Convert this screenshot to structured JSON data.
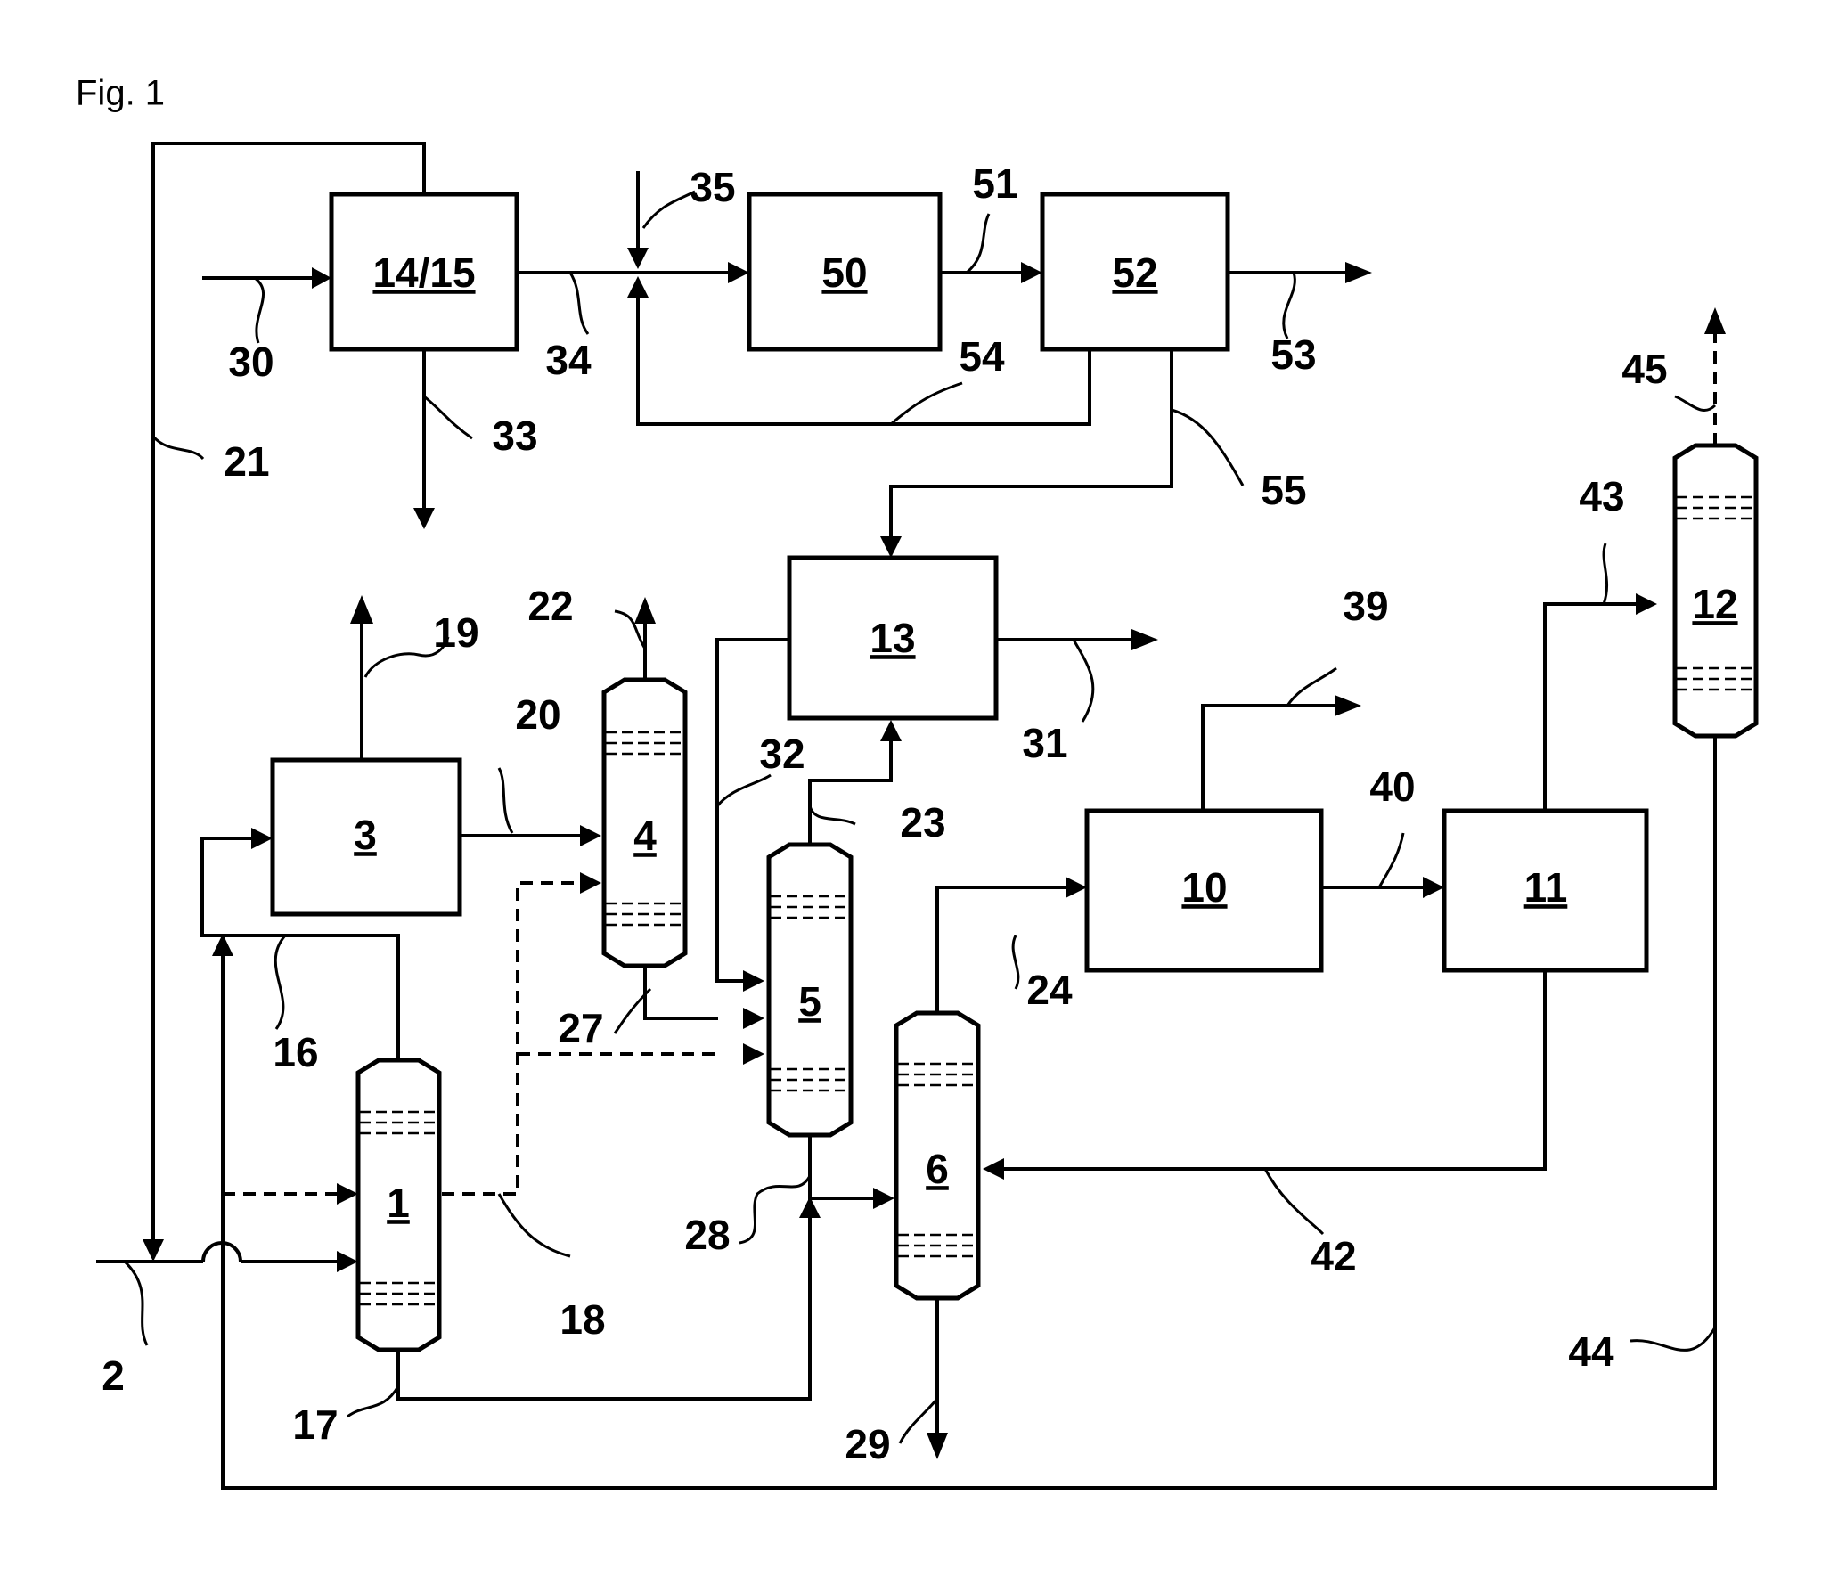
{
  "figure_label": "Fig. 1",
  "units": [
    {
      "key": "u1",
      "label": "1",
      "kind": "column"
    },
    {
      "key": "u3",
      "label": "3",
      "kind": "box"
    },
    {
      "key": "u4",
      "label": "4",
      "kind": "column"
    },
    {
      "key": "u5",
      "label": "5",
      "kind": "column"
    },
    {
      "key": "u6",
      "label": "6",
      "kind": "column"
    },
    {
      "key": "u10",
      "label": "10",
      "kind": "box"
    },
    {
      "key": "u11",
      "label": "11",
      "kind": "box"
    },
    {
      "key": "u12",
      "label": "12",
      "kind": "column"
    },
    {
      "key": "u13",
      "label": "13",
      "kind": "box"
    },
    {
      "key": "u1415",
      "label": "14/15",
      "kind": "box"
    },
    {
      "key": "u50",
      "label": "50",
      "kind": "box"
    },
    {
      "key": "u52",
      "label": "52",
      "kind": "box"
    }
  ],
  "streams": [
    "2",
    "16",
    "17",
    "18",
    "19",
    "20",
    "21",
    "22",
    "23",
    "24",
    "27",
    "28",
    "29",
    "30",
    "31",
    "32",
    "33",
    "34",
    "35",
    "39",
    "40",
    "42",
    "43",
    "44",
    "45",
    "51",
    "53",
    "54",
    "55"
  ]
}
